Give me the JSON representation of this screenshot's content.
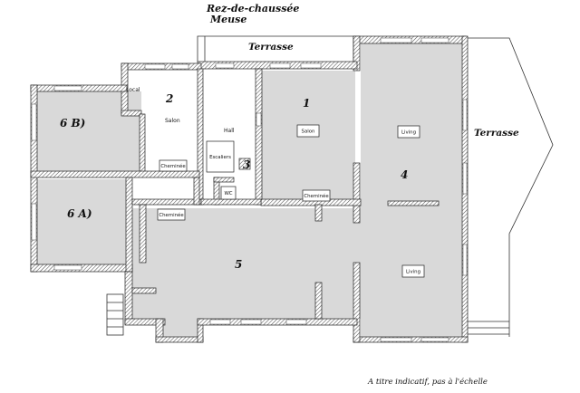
{
  "header": {
    "line1": "Rez-de-chaussée",
    "line2": "Meuse"
  },
  "terraces": {
    "top": "Terrasse",
    "right": "Terrasse"
  },
  "rooms": {
    "r1": {
      "number": "1",
      "tag": "Salon"
    },
    "r2": {
      "number": "2",
      "name": "Salon",
      "tag": "Cheminée"
    },
    "r3": {
      "number": "3",
      "name": "Hall",
      "stair": "Escaliers",
      "wc": "WC"
    },
    "r4": {
      "number": "4",
      "tag_top": "Living",
      "tag_bottom": "Living"
    },
    "r5": {
      "number": "5",
      "tag": "Cheminée"
    },
    "r6a": {
      "number": "6 A)"
    },
    "r6b": {
      "number": "6 B)"
    },
    "local": {
      "name": "Local"
    },
    "mid_chem": {
      "tag": "Cheminée"
    }
  },
  "footer": {
    "note": "A titre indicatif, pas à l'échelle"
  }
}
